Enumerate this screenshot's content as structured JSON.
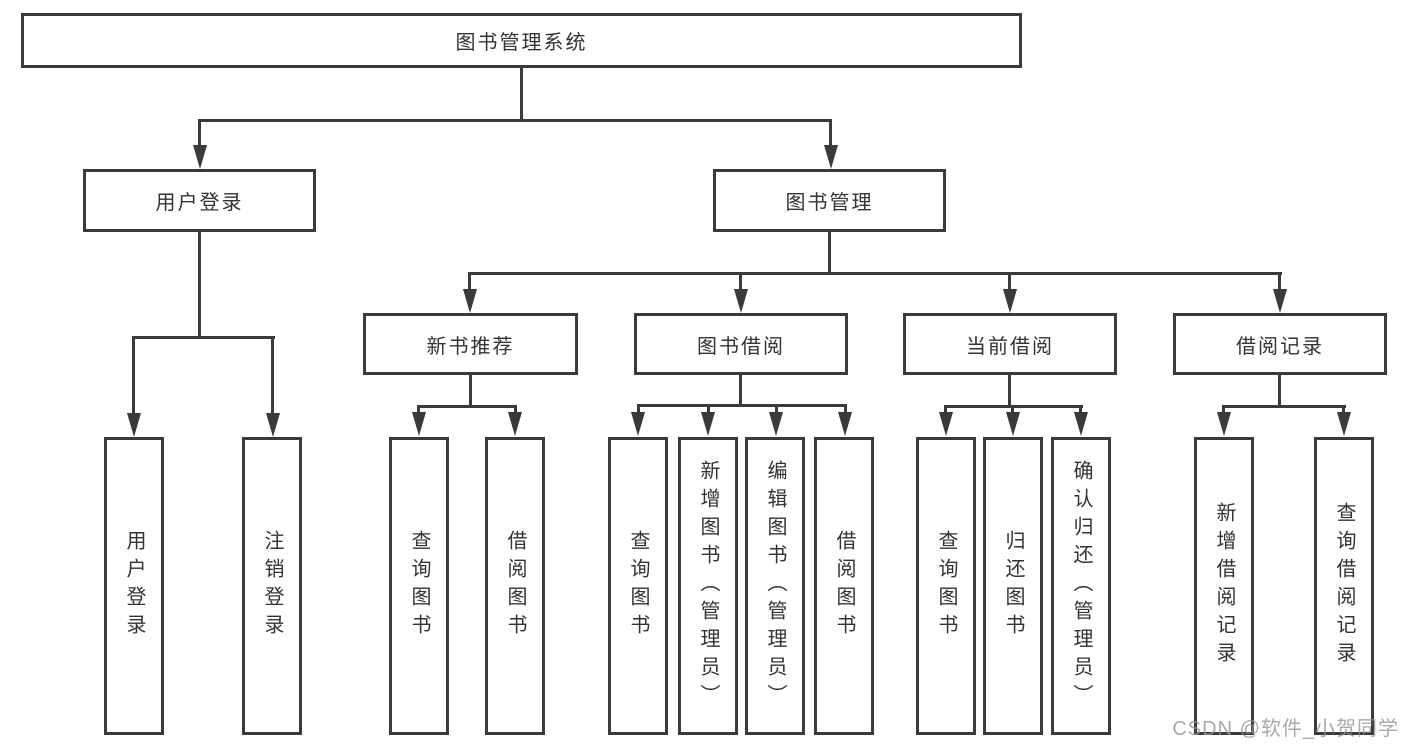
{
  "diagram": {
    "root": {
      "label": "图书管理系统"
    },
    "level2": [
      {
        "label": "用户登录"
      },
      {
        "label": "图书管理"
      }
    ],
    "level3": [
      {
        "label": "新书推荐"
      },
      {
        "label": "图书借阅"
      },
      {
        "label": "当前借阅"
      },
      {
        "label": "借阅记录"
      }
    ],
    "leaves": {
      "user_login": [
        {
          "label": "用户登录"
        },
        {
          "label": "注销登录"
        }
      ],
      "new_book_recommend": [
        {
          "label": "查询图书"
        },
        {
          "label": "借阅图书"
        }
      ],
      "book_borrow": [
        {
          "label": "查询图书"
        },
        {
          "label": "新增图书（管理员）"
        },
        {
          "label": "编辑图书（管理员）"
        },
        {
          "label": "借阅图书"
        }
      ],
      "current_borrow": [
        {
          "label": "查询图书"
        },
        {
          "label": "归还图书"
        },
        {
          "label": "确认归还（管理员）"
        }
      ],
      "borrow_records": [
        {
          "label": "新增借阅记录"
        },
        {
          "label": "查询借阅记录"
        }
      ]
    }
  },
  "watermark": {
    "text": "CSDN @软件_小贺同学"
  },
  "colors": {
    "line": "#3a3a3a",
    "text": "#333333",
    "background": "#ffffff",
    "watermark": "#949494"
  }
}
